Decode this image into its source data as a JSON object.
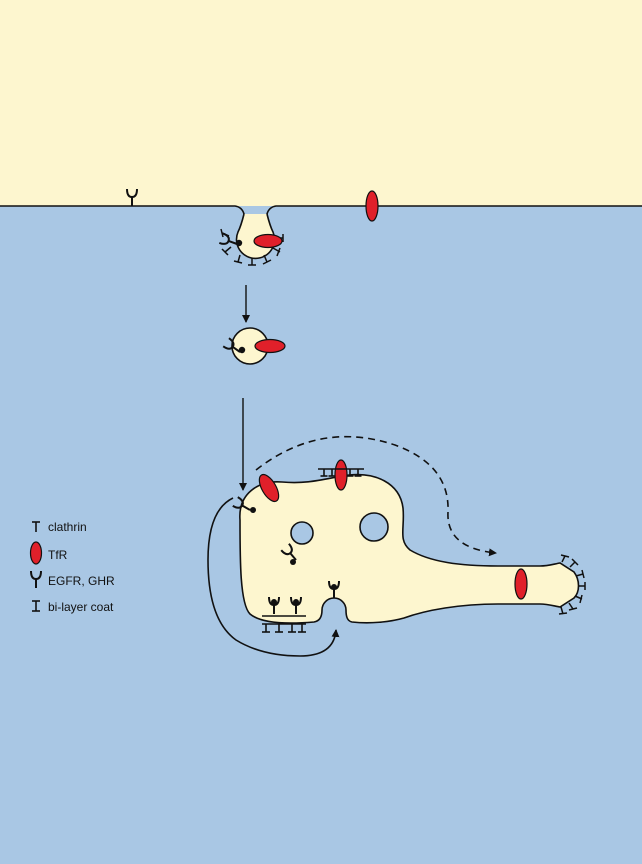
{
  "legend": {
    "clathrin_label": "clathrin",
    "tfr_label": "TfR",
    "egfr_label": "EGFR, GHR",
    "bilayer_label": "bi-layer coat"
  },
  "colors": {
    "extracellular": "#fdf6cf",
    "cytoplasm": "#a9c7e4",
    "compartment": "#fdf6cf",
    "tfr": "#e0202a",
    "line": "#111111"
  }
}
